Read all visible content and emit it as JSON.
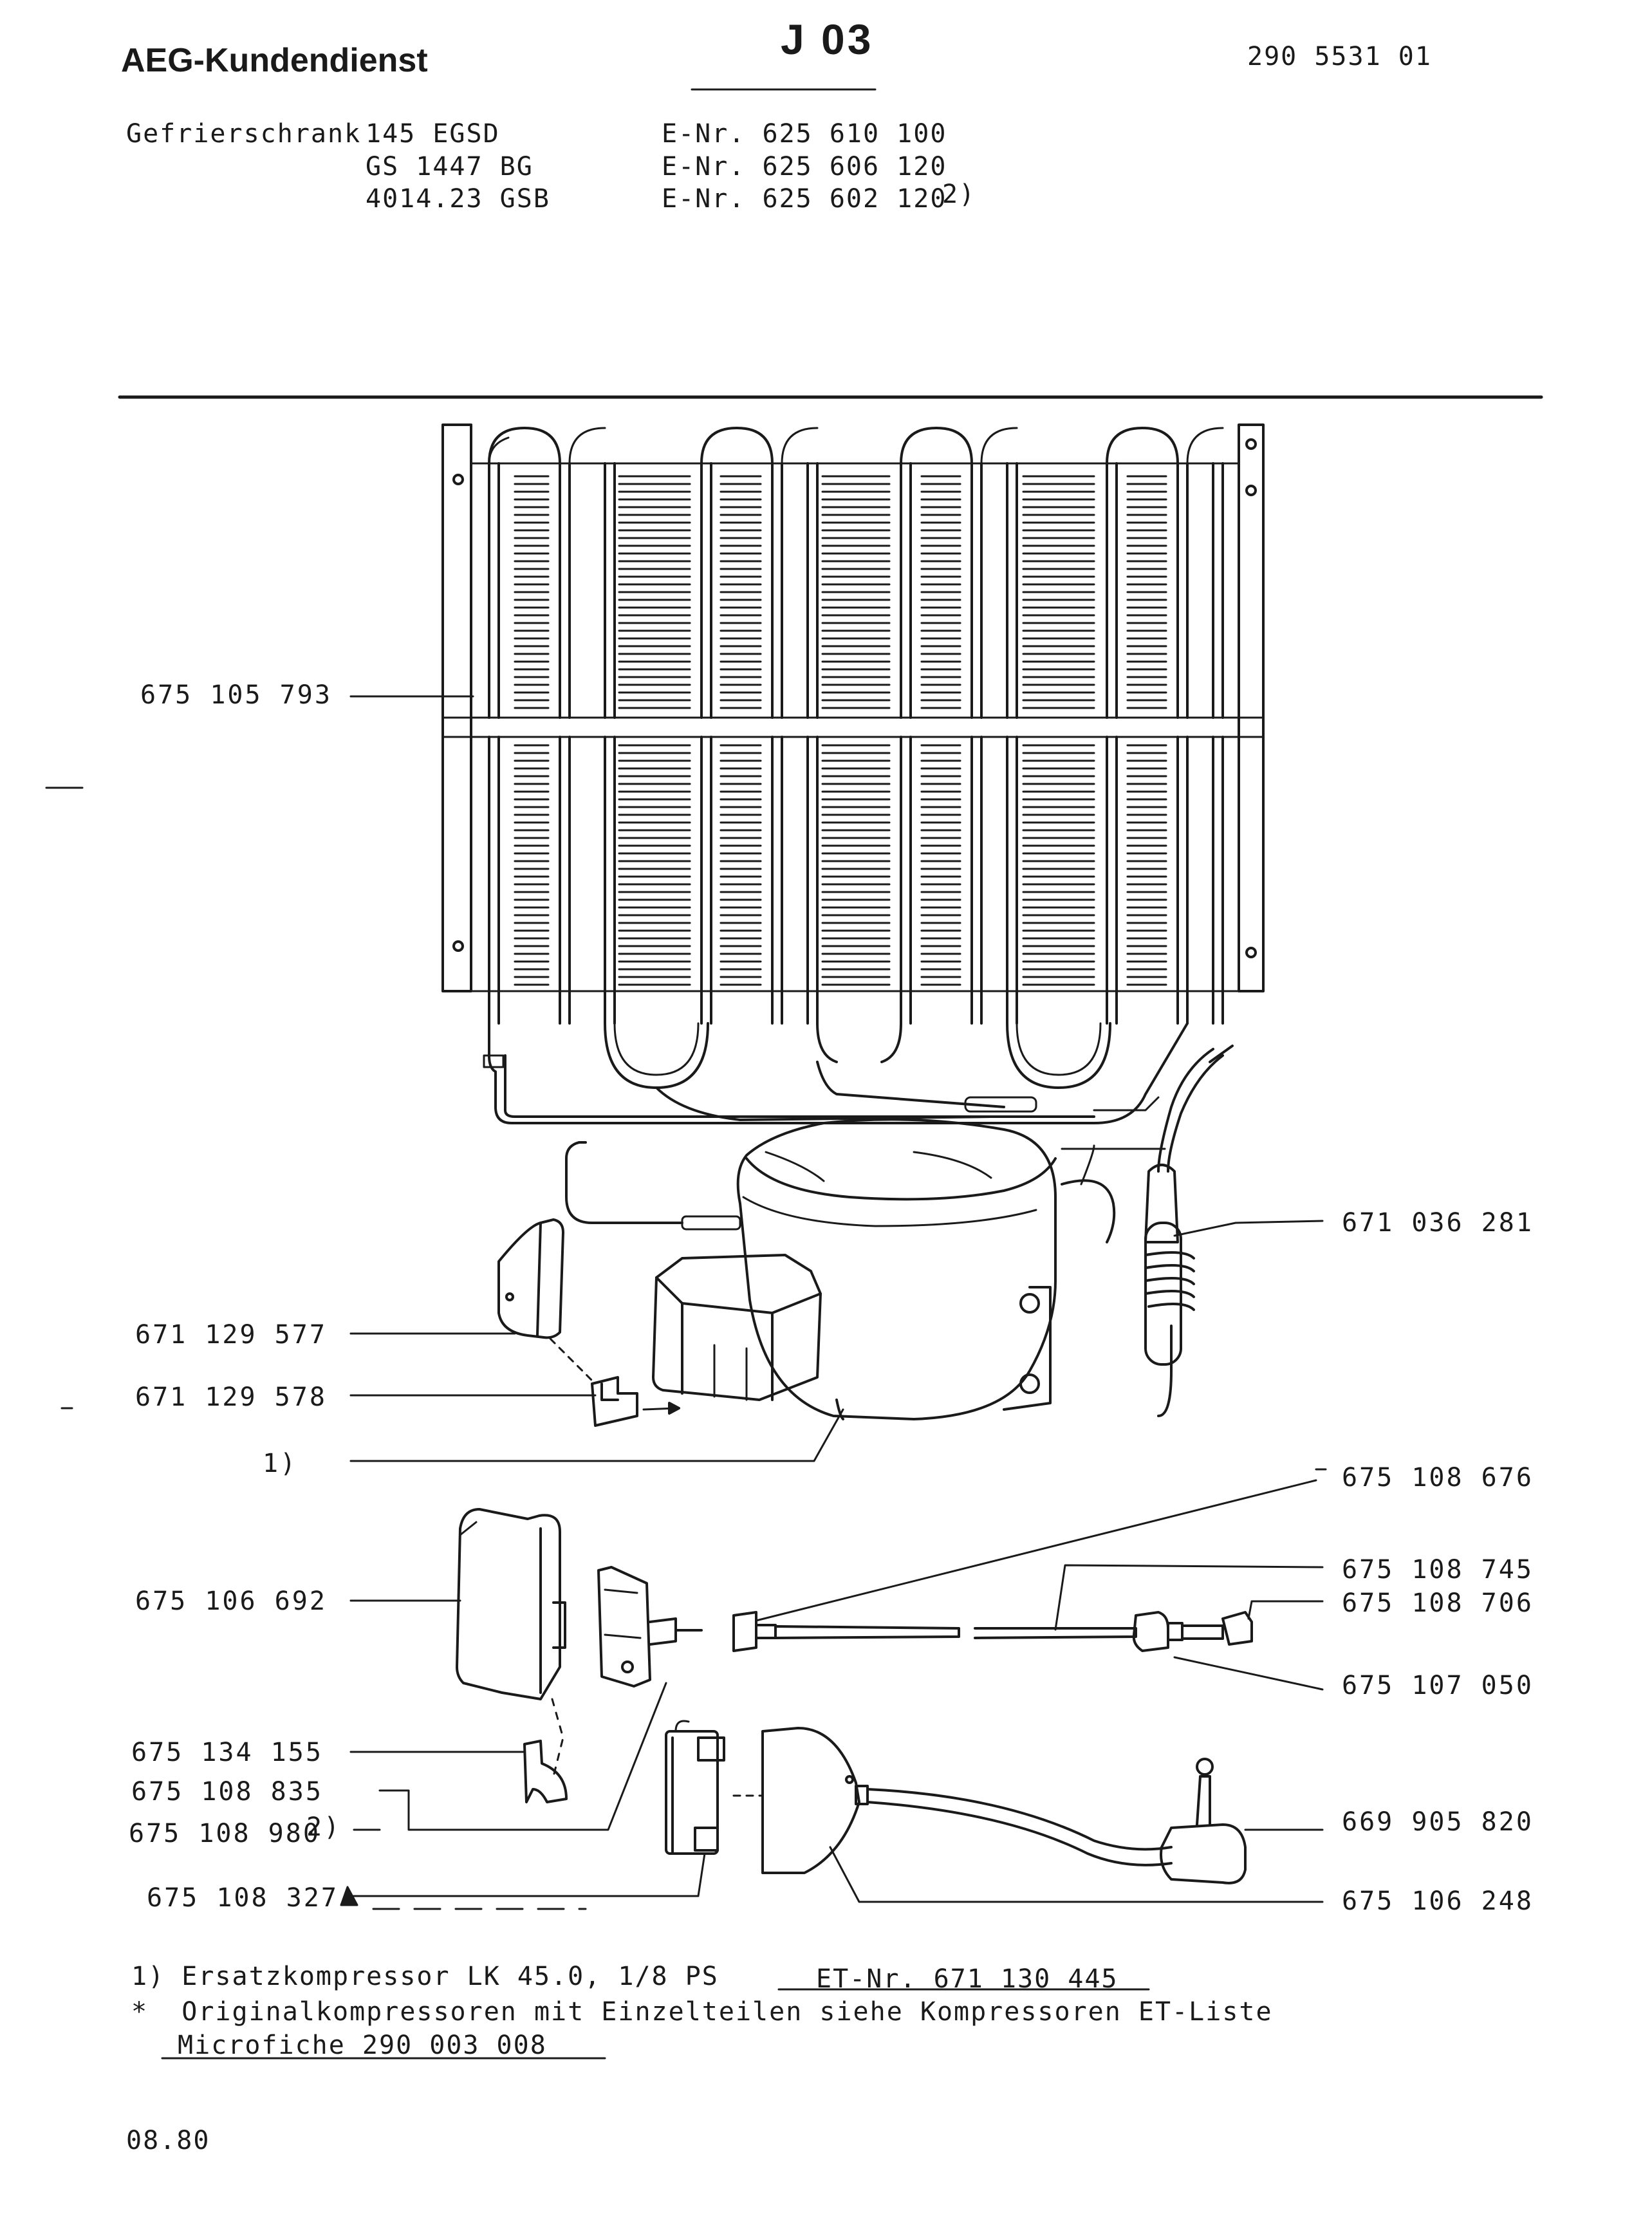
{
  "header": {
    "brand": "AEG-Kundendienst",
    "sheet_code": "J 03",
    "doc_number": "290 5531 01"
  },
  "models": {
    "category": "Gefrierschrank",
    "rows": [
      {
        "model": "145 EGSD",
        "enr": "E-Nr. 625 610 100"
      },
      {
        "model": "GS 1447 BG",
        "enr": "E-Nr. 625 606 120"
      },
      {
        "model": "4014.23 GSB",
        "enr": "E-Nr. 625 602 120",
        "note": "2)"
      }
    ]
  },
  "parts": {
    "condenser": "675 105 793",
    "capillary_dryer": "671 036 281",
    "cover_cap": "671 129 577",
    "clip": "671 129 578",
    "compressor_ref": "1)",
    "bushing": "675 108 676",
    "shaft": "675 108 745",
    "sensor_tip": "675 108 706",
    "bracket_nut": "675 107 050",
    "thermostat_cover": "675 106 692",
    "clamp": "675 134 155",
    "thermostat_a": "675 108 835",
    "thermostat_b": "675 108 980",
    "thermostat_b_note": "2)",
    "terminal_block": "675 108 327",
    "mains_plug": "669 905 820",
    "terminal_cover": "675 106 248"
  },
  "footnotes": {
    "n1": "1) Ersatzkompressor LK 45.0, 1/8 PS",
    "n1_etnr": "ET-Nr. 671 130 445",
    "n2": "*  Originalkompressoren mit Einzelteilen siehe Kompressoren ET-Liste",
    "n2_ref": "Microfiche 290 003 008"
  },
  "date": "08.80"
}
